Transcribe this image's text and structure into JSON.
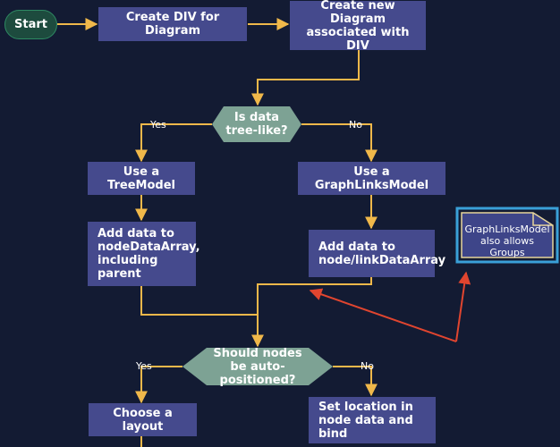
{
  "nodes": {
    "start": "Start",
    "create_div": "Create DIV for Diagram",
    "create_diagram": "Create new Diagram associated with DIV",
    "tree_like": "Is data tree-like?",
    "use_tree_model": "Use a TreeModel",
    "use_graph_model": "Use a GraphLinksModel",
    "add_node_data": "Add data to nodeDataArray, including parent",
    "add_link_data": "Add data to node/linkDataArray",
    "auto_positioned": "Should nodes be auto-positioned?",
    "choose_layout": "Choose a layout",
    "set_location": "Set location in node data and bind"
  },
  "labels": {
    "yes_1": "Yes",
    "no_1": "No",
    "yes_2": "Yes",
    "no_2": "No"
  },
  "note": {
    "text": "GraphLinksModel also allows Groups"
  },
  "colors": {
    "background": "#131b33",
    "process": "#454a8d",
    "decision": "#7da294",
    "start": "#1d4b3e",
    "start_border": "#2e8a63",
    "connector": "#f0b84a",
    "annotation_arrow": "#e0452f",
    "note_border": "#3aa0d8",
    "note_fill": "#3e4589",
    "note_outline": "#e6d49a"
  }
}
